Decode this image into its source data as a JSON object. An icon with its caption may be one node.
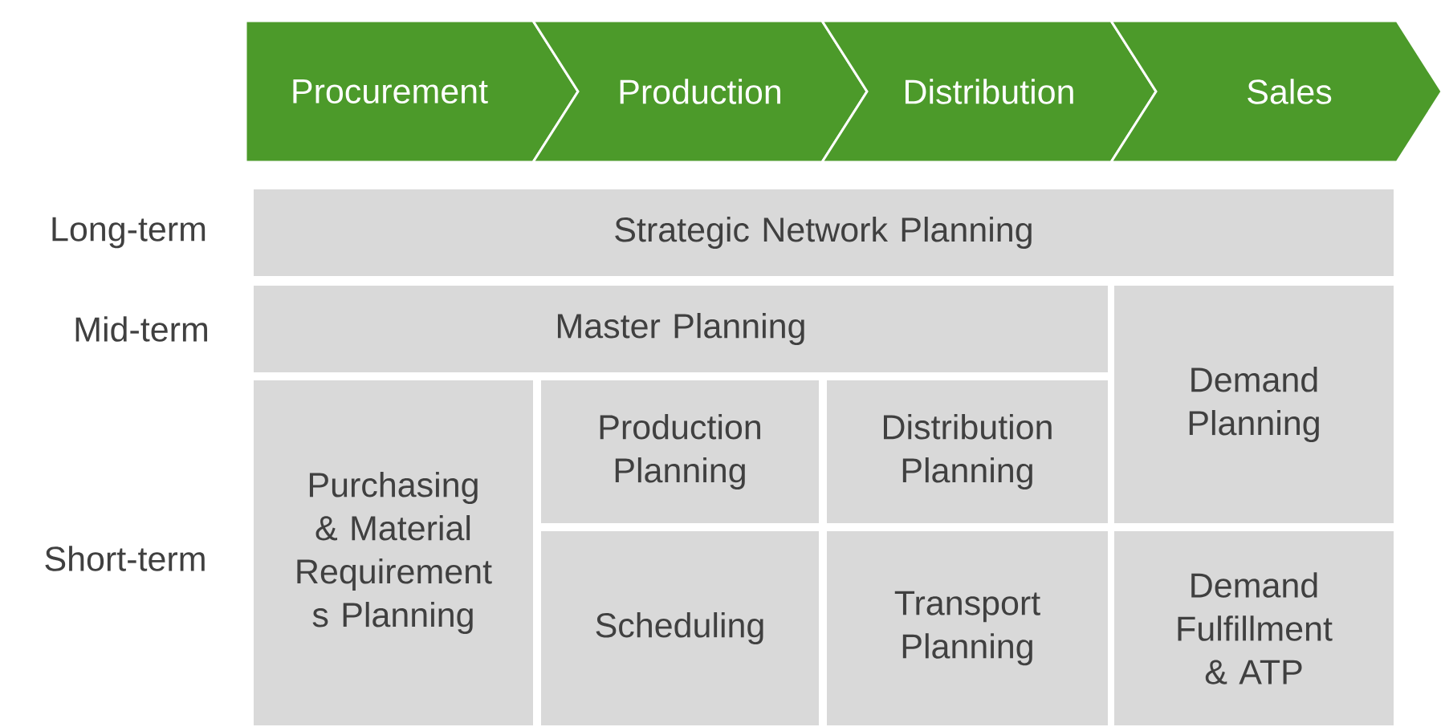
{
  "diagram": {
    "nodes": [
      {
        "text": [
          "Procurement"
        ]
      },
      {
        "text": [
          "Production"
        ]
      },
      {
        "text": [
          "Distribution"
        ]
      },
      {
        "text": [
          "Sales"
        ]
      },
      {
        "text": [
          "Strategic Network Planning"
        ]
      },
      {
        "text": [
          "Master Planning"
        ]
      },
      {
        "text": [
          "Demand Planning"
        ]
      },
      {
        "text": [
          "Purchasing & Material Requirement s Planning"
        ]
      },
      {
        "text": [
          "Production Planning"
        ]
      },
      {
        "text": [
          "Distribution Planning"
        ]
      },
      {
        "text": [
          "Scheduling"
        ]
      },
      {
        "text": [
          "Transport Planning"
        ]
      },
      {
        "text": [
          "Demand Fulfillment & ATP"
        ]
      }
    ],
    "labels": [
      "Long-term",
      "Mid-term",
      "Short-term"
    ]
  }
}
